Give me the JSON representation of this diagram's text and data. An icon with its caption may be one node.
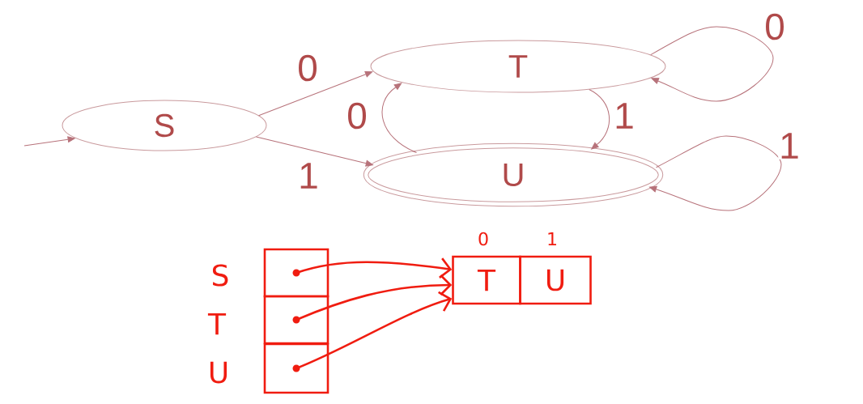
{
  "diagram": {
    "nodes": [
      {
        "text": [
          "S"
        ]
      },
      {
        "text": [
          "T"
        ]
      },
      {
        "text": [
          "U"
        ]
      },
      {
        "text": [],
        "shape": "box",
        "beside": [
          "S"
        ]
      },
      {
        "text": [],
        "shape": "box",
        "beside": [
          "T"
        ]
      },
      {
        "text": [],
        "shape": "box",
        "beside": [
          "U"
        ]
      },
      {
        "text": [
          "0",
          "T"
        ]
      },
      {
        "text": [
          "1",
          "U"
        ]
      }
    ],
    "edges": [
      {
        "from": null,
        "to": 0,
        "arrow": "to"
      },
      {
        "from": 0,
        "to": 1,
        "arrow": "to",
        "label": "0"
      },
      {
        "from": 0,
        "to": 2,
        "arrow": "to",
        "label": "1"
      },
      {
        "from": 2,
        "to": 1,
        "arrow": "to",
        "label": "0"
      },
      {
        "from": 1,
        "to": 2,
        "arrow": "to",
        "label": "1"
      },
      {
        "from": 1,
        "to": 1,
        "arrow": "to",
        "label": "0"
      },
      {
        "from": 2,
        "to": 2,
        "arrow": "to",
        "label": "1"
      },
      {
        "from": 3,
        "to": 6,
        "arrow": "to",
        "style": "thick",
        "color": "#f01c10"
      },
      {
        "from": 4,
        "to": 6,
        "arrow": "to",
        "style": "thick",
        "color": "#f01c10"
      },
      {
        "from": 5,
        "to": 6,
        "arrow": "to",
        "style": "thick",
        "color": "#f01c10"
      }
    ]
  }
}
